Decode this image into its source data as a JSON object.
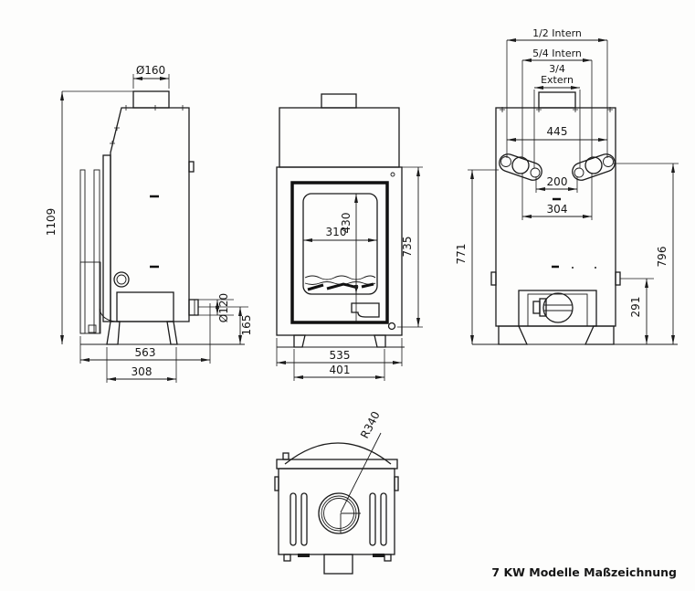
{
  "title": "7 KW Modelle Maßzeichnung",
  "side_view": {
    "flue_diameter": "Ø160",
    "overall_height": "1109",
    "depth": "563",
    "base_depth": "308",
    "outlet_diameter": "Ø120",
    "outlet_height": "165"
  },
  "front_view": {
    "glass_height": "430",
    "glass_width": "310",
    "body_height": "735",
    "body_width": "535",
    "base_width": "401"
  },
  "rear_view": {
    "conn_outer": "1/2 Intern",
    "conn_mid": "5/4 Intern",
    "conn_inner_size": "3/4",
    "conn_inner_type": "Extern",
    "conn_outer_spacing": "445",
    "conn_inner_spacing": "200",
    "conn_mid_spacing": "304",
    "height_left": "771",
    "height_right": "796",
    "drain_height": "291"
  },
  "top_view": {
    "body_radius": "R340"
  }
}
